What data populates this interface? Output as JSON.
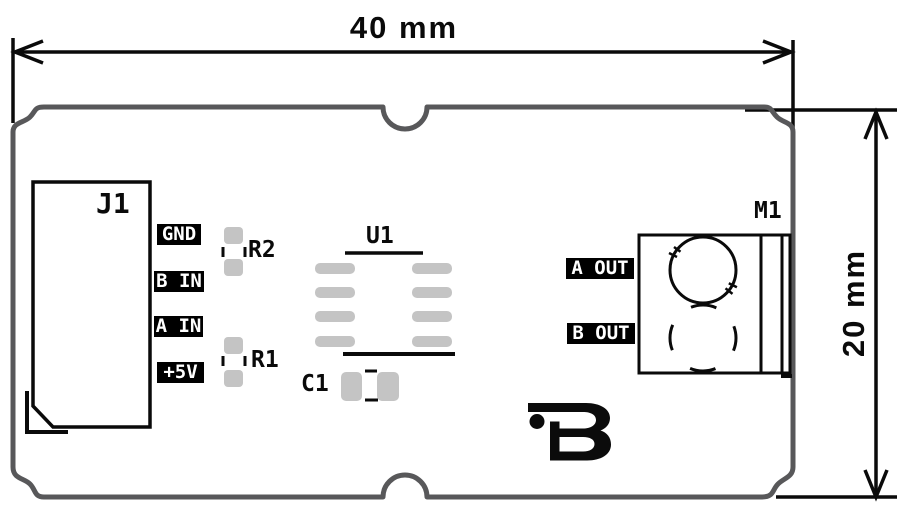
{
  "dimensions": {
    "width": {
      "label": "40 mm"
    },
    "height": {
      "label": "20 mm"
    }
  },
  "silkscreen": {
    "j1": {
      "ref": "J1",
      "pins": [
        "GND",
        "B IN",
        "A IN",
        "+5V"
      ]
    },
    "r2": {
      "ref": "R2"
    },
    "r1": {
      "ref": "R1"
    },
    "u1": {
      "ref": "U1"
    },
    "c1": {
      "ref": "C1"
    },
    "m1": {
      "ref": "M1",
      "pins": [
        "A OUT",
        "B OUT"
      ]
    }
  },
  "colors": {
    "board_outline": "#58585a",
    "pad_fill": "#c4c4c4",
    "line": "#000000",
    "pin_label_bg": "#000000",
    "pin_label_fg": "#ffffff"
  }
}
